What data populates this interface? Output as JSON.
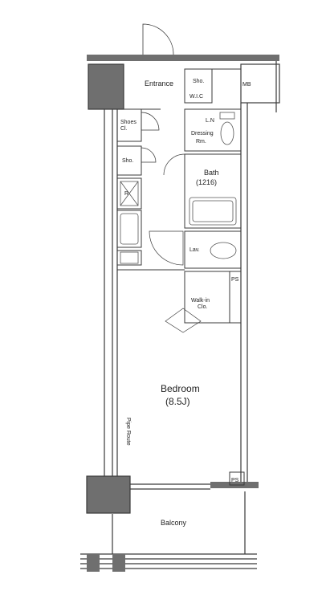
{
  "rooms": {
    "entrance": "Entrance",
    "mb": "MB",
    "shoe_closet_1": "Sho.",
    "wic_top": "W.I.C",
    "shoes": "Shoes",
    "shoes_cl": "Cl.",
    "sho": "Sho.",
    "ln": "L.N",
    "dressing": "Dressing",
    "dressing_rm": "Rm.",
    "bath": "Bath",
    "bath_size": "(1216)",
    "lav": "Lav.",
    "r": "R",
    "walkin": "Walk-in",
    "walkin_clo": "Clo.",
    "ps": "PS",
    "ps2": "PS",
    "bedroom": "Bedroom",
    "bedroom_size": "(8.5J)",
    "balcony": "Balcony",
    "pipe_note": "Pipe Route"
  },
  "colors": {
    "wall_dark": "#6f6f6f",
    "wall_line": "#3a3a3a",
    "fixture": "#555555"
  }
}
